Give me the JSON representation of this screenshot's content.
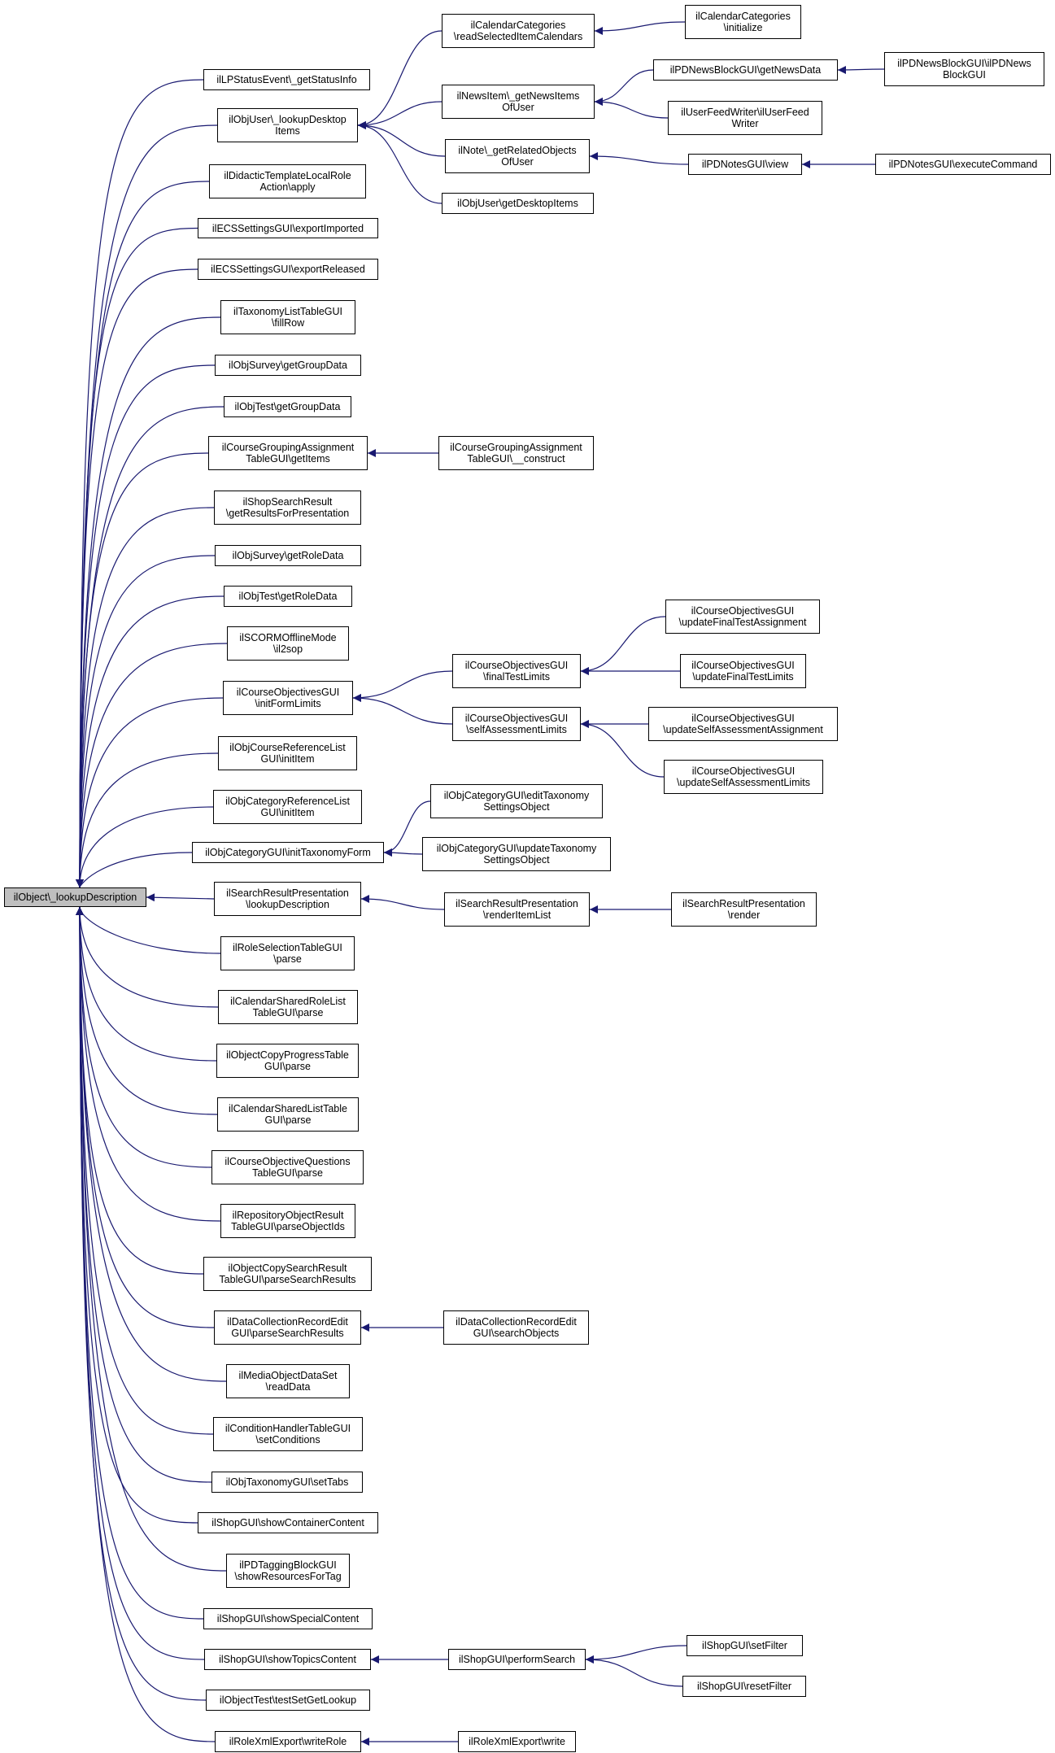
{
  "colors": {
    "edge": "#191970",
    "node_border": "#000000",
    "root_fill": "#bfbfbf",
    "node_fill": "#ffffff"
  },
  "nodes": {
    "root": [
      "ilObject\\_lookupDescription"
    ],
    "n1": [
      "ilLPStatusEvent\\_getStatusInfo"
    ],
    "n2": [
      "ilObjUser\\_lookupDesktop",
      "Items"
    ],
    "n3": [
      "ilDidacticTemplateLocalRole",
      "Action\\apply"
    ],
    "n4": [
      "ilECSSettingsGUI\\exportImported"
    ],
    "n5": [
      "ilECSSettingsGUI\\exportReleased"
    ],
    "n6": [
      "ilTaxonomyListTableGUI",
      "\\fillRow"
    ],
    "n7": [
      "ilObjSurvey\\getGroupData"
    ],
    "n8": [
      "ilObjTest\\getGroupData"
    ],
    "n9": [
      "ilCourseGroupingAssignment",
      "TableGUI\\getItems"
    ],
    "n10": [
      "ilShopSearchResult",
      "\\getResultsForPresentation"
    ],
    "n11": [
      "ilObjSurvey\\getRoleData"
    ],
    "n12": [
      "ilObjTest\\getRoleData"
    ],
    "n13": [
      "ilSCORMOfflineMode",
      "\\il2sop"
    ],
    "n14": [
      "ilCourseObjectivesGUI",
      "\\initFormLimits"
    ],
    "n15": [
      "ilObjCourseReferenceList",
      "GUI\\initItem"
    ],
    "n16": [
      "ilObjCategoryReferenceList",
      "GUI\\initItem"
    ],
    "n17": [
      "ilObjCategoryGUI\\initTaxonomyForm"
    ],
    "n18": [
      "ilSearchResultPresentation",
      "\\lookupDescription"
    ],
    "n19": [
      "ilRoleSelectionTableGUI",
      "\\parse"
    ],
    "n20": [
      "ilCalendarSharedRoleList",
      "TableGUI\\parse"
    ],
    "n21": [
      "ilObjectCopyProgressTable",
      "GUI\\parse"
    ],
    "n22": [
      "ilCalendarSharedListTable",
      "GUI\\parse"
    ],
    "n23": [
      "ilCourseObjectiveQuestions",
      "TableGUI\\parse"
    ],
    "n24": [
      "ilRepositoryObjectResult",
      "TableGUI\\parseObjectIds"
    ],
    "n25": [
      "ilObjectCopySearchResult",
      "TableGUI\\parseSearchResults"
    ],
    "n26": [
      "ilDataCollectionRecordEdit",
      "GUI\\parseSearchResults"
    ],
    "n27": [
      "ilMediaObjectDataSet",
      "\\readData"
    ],
    "n28": [
      "ilConditionHandlerTableGUI",
      "\\setConditions"
    ],
    "n29": [
      "ilObjTaxonomyGUI\\setTabs"
    ],
    "n30": [
      "ilShopGUI\\showContainerContent"
    ],
    "n31": [
      "ilPDTaggingBlockGUI",
      "\\showResourcesForTag"
    ],
    "n32": [
      "ilShopGUI\\showSpecialContent"
    ],
    "n33": [
      "ilShopGUI\\showTopicsContent"
    ],
    "n34": [
      "ilObjectTest\\testSetGetLookup"
    ],
    "n35": [
      "ilRoleXmlExport\\writeRole"
    ],
    "c1": [
      "ilCalendarCategories",
      "\\readSelectedItemCalendars"
    ],
    "c2": [
      "ilNewsItem\\_getNewsItems",
      "OfUser"
    ],
    "c3": [
      "ilNote\\_getRelatedObjects",
      "OfUser"
    ],
    "c4": [
      "ilObjUser\\getDesktopItems"
    ],
    "c5": [
      "ilCourseGroupingAssignment",
      "TableGUI\\__construct"
    ],
    "c6": [
      "ilCourseObjectivesGUI",
      "\\finalTestLimits"
    ],
    "c7": [
      "ilCourseObjectivesGUI",
      "\\selfAssessmentLimits"
    ],
    "c8": [
      "ilObjCategoryGUI\\editTaxonomy",
      "SettingsObject"
    ],
    "c9": [
      "ilObjCategoryGUI\\updateTaxonomy",
      "SettingsObject"
    ],
    "c10": [
      "ilSearchResultPresentation",
      "\\renderItemList"
    ],
    "c11": [
      "ilDataCollectionRecordEdit",
      "GUI\\searchObjects"
    ],
    "c12": [
      "ilShopGUI\\performSearch"
    ],
    "c13": [
      "ilRoleXmlExport\\write"
    ],
    "d1": [
      "ilCalendarCategories",
      "\\initialize"
    ],
    "d2": [
      "ilPDNewsBlockGUI\\getNewsData"
    ],
    "d3": [
      "ilUserFeedWriter\\ilUserFeed",
      "Writer"
    ],
    "d4": [
      "ilPDNotesGUI\\view"
    ],
    "d5": [
      "ilCourseObjectivesGUI",
      "\\updateFinalTestAssignment"
    ],
    "d6": [
      "ilCourseObjectivesGUI",
      "\\updateFinalTestLimits"
    ],
    "d7": [
      "ilCourseObjectivesGUI",
      "\\updateSelfAssessmentAssignment"
    ],
    "d8": [
      "ilCourseObjectivesGUI",
      "\\updateSelfAssessmentLimits"
    ],
    "d9": [
      "ilSearchResultPresentation",
      "\\render"
    ],
    "d10": [
      "ilShopGUI\\setFilter"
    ],
    "d11": [
      "ilShopGUI\\resetFilter"
    ],
    "e1": [
      "ilPDNewsBlockGUI\\ilPDNews",
      "BlockGUI"
    ],
    "e2": [
      "ilPDNotesGUI\\executeCommand"
    ]
  },
  "edges": [
    [
      "n1",
      "root"
    ],
    [
      "n2",
      "root"
    ],
    [
      "n3",
      "root"
    ],
    [
      "n4",
      "root"
    ],
    [
      "n5",
      "root"
    ],
    [
      "n6",
      "root"
    ],
    [
      "n7",
      "root"
    ],
    [
      "n8",
      "root"
    ],
    [
      "n9",
      "root"
    ],
    [
      "n10",
      "root"
    ],
    [
      "n11",
      "root"
    ],
    [
      "n12",
      "root"
    ],
    [
      "n13",
      "root"
    ],
    [
      "n14",
      "root"
    ],
    [
      "n15",
      "root"
    ],
    [
      "n16",
      "root"
    ],
    [
      "n17",
      "root"
    ],
    [
      "n18",
      "root"
    ],
    [
      "n19",
      "root"
    ],
    [
      "n20",
      "root"
    ],
    [
      "n21",
      "root"
    ],
    [
      "n22",
      "root"
    ],
    [
      "n23",
      "root"
    ],
    [
      "n24",
      "root"
    ],
    [
      "n25",
      "root"
    ],
    [
      "n26",
      "root"
    ],
    [
      "n27",
      "root"
    ],
    [
      "n28",
      "root"
    ],
    [
      "n29",
      "root"
    ],
    [
      "n30",
      "root"
    ],
    [
      "n31",
      "root"
    ],
    [
      "n32",
      "root"
    ],
    [
      "n33",
      "root"
    ],
    [
      "n34",
      "root"
    ],
    [
      "n35",
      "root"
    ],
    [
      "c1",
      "n2"
    ],
    [
      "c2",
      "n2"
    ],
    [
      "c3",
      "n2"
    ],
    [
      "c4",
      "n2"
    ],
    [
      "c5",
      "n9"
    ],
    [
      "c6",
      "n14"
    ],
    [
      "c7",
      "n14"
    ],
    [
      "c8",
      "n17"
    ],
    [
      "c9",
      "n17"
    ],
    [
      "c10",
      "n18"
    ],
    [
      "c11",
      "n26"
    ],
    [
      "c12",
      "n33"
    ],
    [
      "c13",
      "n35"
    ],
    [
      "d1",
      "c1"
    ],
    [
      "d2",
      "c2"
    ],
    [
      "d3",
      "c2"
    ],
    [
      "d4",
      "c3"
    ],
    [
      "d5",
      "c6"
    ],
    [
      "d6",
      "c6"
    ],
    [
      "d7",
      "c7"
    ],
    [
      "d8",
      "c7"
    ],
    [
      "d9",
      "c10"
    ],
    [
      "d10",
      "c12"
    ],
    [
      "d11",
      "c12"
    ],
    [
      "e1",
      "d2"
    ],
    [
      "e2",
      "d4"
    ]
  ]
}
